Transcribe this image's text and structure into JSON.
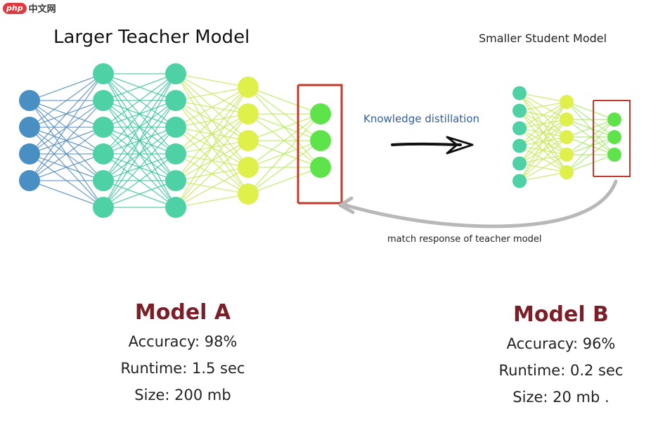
{
  "watermark": {
    "logo": "php",
    "text": "中文网"
  },
  "teacher": {
    "title": "Larger Teacher Model"
  },
  "student": {
    "title": "Smaller Student Model"
  },
  "arrow_label": "Knowledge distillation",
  "feedback_label": "match response of teacher model",
  "model_a": {
    "name": "Model A",
    "accuracy": "Accuracy: 98%",
    "runtime": "Runtime: 1.5 sec",
    "size": "Size: 200 mb"
  },
  "model_b": {
    "name": "Model B",
    "accuracy": "Accuracy: 96%",
    "runtime": "Runtime: 0.2 sec",
    "size": "Size: 20 mb ."
  },
  "networks": {
    "teacher_layers": [
      4,
      6,
      6,
      5,
      3
    ],
    "student_layers": [
      6,
      5,
      3
    ]
  },
  "colors": {
    "layer_blue": "#4a8fc4",
    "layer_teal": "#4fd1a6",
    "layer_yellow_green": "#c8ec5a",
    "layer_yellow": "#dff04a",
    "layer_green": "#5fe34a",
    "output_box": "#c0392b",
    "model_name": "#7a1f28",
    "kd_text": "#2f5f9e"
  }
}
